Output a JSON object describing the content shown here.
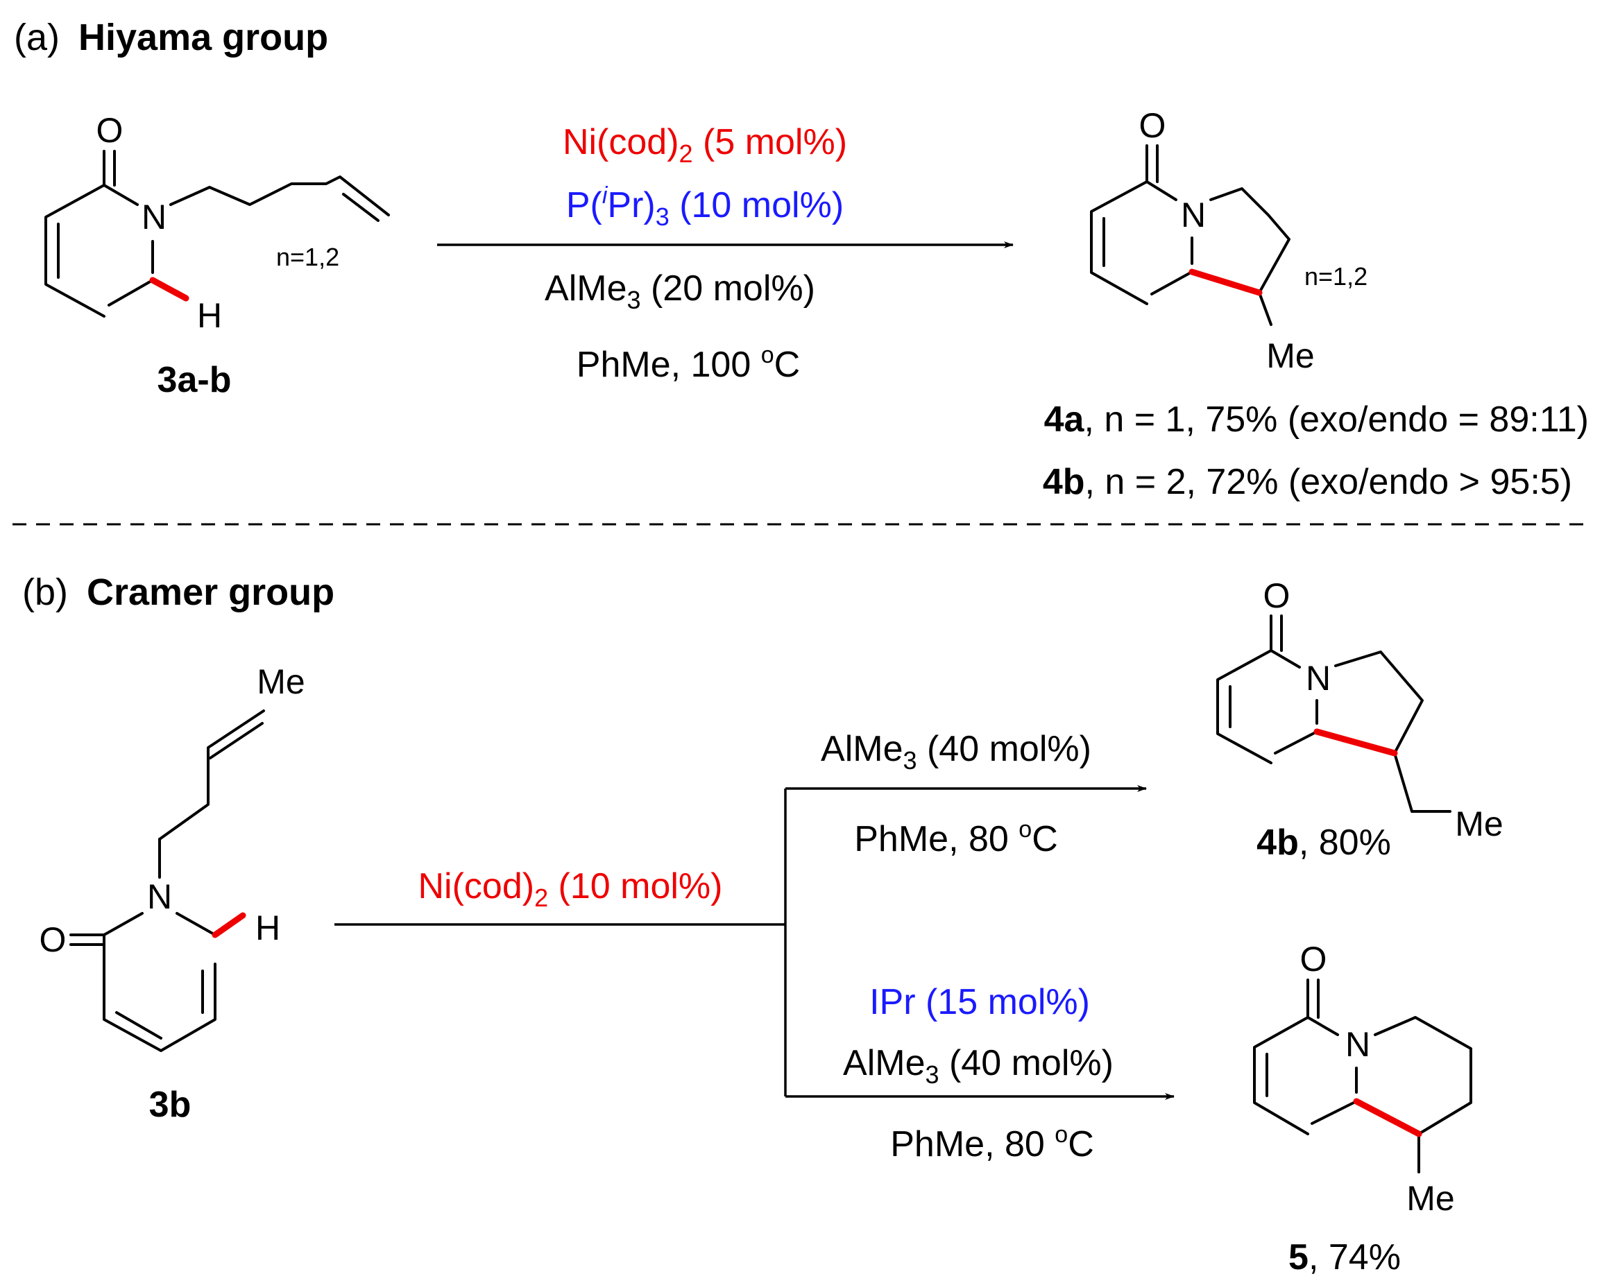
{
  "section_a": {
    "letter": "(a)",
    "title": "Hiyama group",
    "substrate": {
      "O": "O",
      "N": "N",
      "H": "H",
      "n_label": "n=1,2",
      "label": "3a-b"
    },
    "conditions": {
      "catalyst_pre": "Ni(cod)",
      "catalyst_sub": "2",
      "catalyst_post": " (5 mol%)",
      "ligand_pre": "P(",
      "ligand_sup": "i",
      "ligand_mid": "Pr)",
      "ligand_sub": "3",
      "ligand_post": " (10 mol%)",
      "lewis_pre": "AlMe",
      "lewis_sub": "3",
      "lewis_post": " (20 mol%)",
      "solvent_pre": "PhMe, 100 ",
      "solvent_sup": "o",
      "solvent_post": "C"
    },
    "product": {
      "O": "O",
      "N": "N",
      "Me": "Me",
      "n_label": "n=1,2",
      "result1_bold": "4a",
      "result1_rest": ", n = 1, 75% (exo/endo = 89:11)",
      "result2_bold": "4b",
      "result2_rest": ", n = 2, 72% (exo/endo > 95:5)"
    }
  },
  "section_b": {
    "letter": "(b)",
    "title": "Cramer group",
    "substrate": {
      "O": "O",
      "N": "N",
      "H": "H",
      "Me": "Me",
      "label": "3b"
    },
    "catalyst": {
      "pre": "Ni(cod)",
      "sub": "2",
      "post": " (10 mol%)"
    },
    "upper_conditions": {
      "lewis_pre": "AlMe",
      "lewis_sub": "3",
      "lewis_post": " (40 mol%)",
      "solvent_pre": "PhMe, 80 ",
      "solvent_sup": "o",
      "solvent_post": "C"
    },
    "lower_conditions": {
      "ligand": "IPr (15 mol%)",
      "lewis_pre": "AlMe",
      "lewis_sub": "3",
      "lewis_post": " (40 mol%)",
      "solvent_pre": "PhMe, 80 ",
      "solvent_sup": "o",
      "solvent_post": "C"
    },
    "product_upper": {
      "O": "O",
      "N": "N",
      "Me": "Me",
      "label_bold": "4b",
      "label_rest": ", 80%"
    },
    "product_lower": {
      "O": "O",
      "N": "N",
      "Me": "Me",
      "label_bold": "5",
      "label_rest": ", 74%"
    }
  },
  "colors": {
    "highlight_bond": "#ee0000",
    "catalyst_text": "#ee0000",
    "ligand_text": "#1a1aff",
    "ink": "#000000"
  }
}
